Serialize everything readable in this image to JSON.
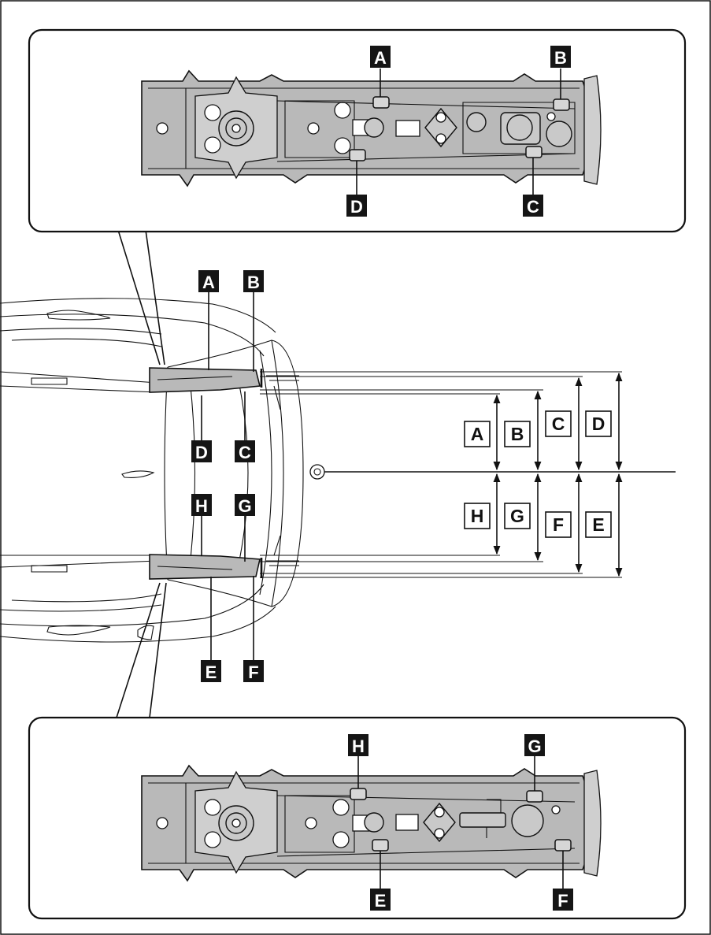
{
  "top_inset": {
    "labels": [
      "A",
      "B",
      "C",
      "D"
    ]
  },
  "car_view": {
    "upper_labels": [
      "A",
      "B",
      "D",
      "C"
    ],
    "lower_labels": [
      "H",
      "G",
      "E",
      "F"
    ]
  },
  "dimensions": {
    "upper": [
      "A",
      "B",
      "C",
      "D"
    ],
    "lower": [
      "H",
      "G",
      "F",
      "E"
    ]
  },
  "bottom_inset": {
    "labels": [
      "H",
      "G",
      "E",
      "F"
    ]
  },
  "colors": {
    "ink": "#111111",
    "headlamp_fill": "#b9b9b9",
    "label_dark": "#151515"
  }
}
